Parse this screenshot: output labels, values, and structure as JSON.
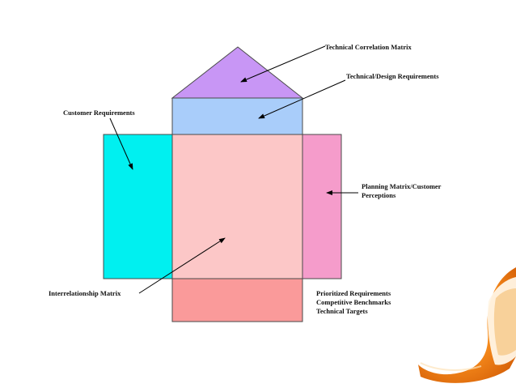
{
  "colors": {
    "roof": "#c896f5",
    "technical_requirements": "#a9cdfa",
    "customer_requirements": "#00f0f0",
    "interrelationship": "#fcc7c7",
    "planning_matrix": "#f59ccb",
    "targets": "#fa9a9a",
    "outline": "#4a4a4a",
    "orange_peel": "#f08a1c",
    "orange_inner": "#fbe3b5"
  },
  "labels": {
    "technical_correlation": "Technical Correlation Matrix",
    "technical_design": "Technical/Design Requirements",
    "customer_requirements": "Customer Requirements",
    "planning_matrix_line1": "Planning Matrix/Customer",
    "planning_matrix_line2": "Perceptions",
    "interrelationship": "Interrelationship Matrix",
    "prioritized_line1": "Prioritized Requirements",
    "prioritized_line2": "Competitive Benchmarks",
    "prioritized_line3": "Technical Targets"
  }
}
